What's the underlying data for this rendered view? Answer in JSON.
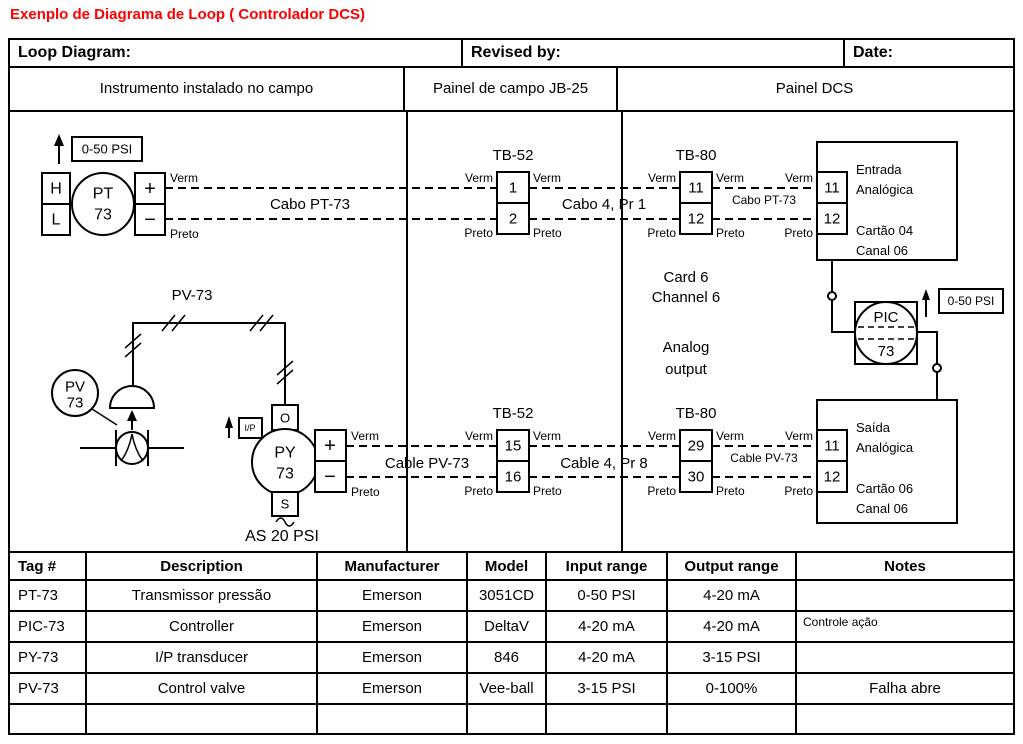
{
  "title": "Exenplo de Diagrama de Loop  ( Controlador DCS)",
  "colors": {
    "title_red": "#ff0000",
    "line_black": "#000000"
  },
  "header": {
    "loop_diagram": "Loop Diagram:",
    "revised_by": "Revised by:",
    "date": "Date:"
  },
  "panels": {
    "field": "Instrumento instalado no campo",
    "junction": "Painel de campo JB-25",
    "dcs": "Painel DCS"
  },
  "diagram": {
    "wire": {
      "verm": "Verm",
      "preto": "Preto"
    },
    "pt": {
      "range": "0-50 PSI",
      "h": "H",
      "l": "L",
      "tag": "PT",
      "num": "73",
      "plus": "+",
      "minus": "−"
    },
    "upper": {
      "cable1": "Cabo PT-73",
      "tb52": {
        "title": "TB-52",
        "t1": "1",
        "t2": "2"
      },
      "cable2": "Cabo 4, Pr 1",
      "tb80": {
        "title": "TB-80",
        "t1": "11",
        "t2": "12"
      },
      "cable3": "Cabo PT-73",
      "card": {
        "t1": "11",
        "t2": "12",
        "line1": "Entrada",
        "line2": "Analógica",
        "line3": "Cartão 04",
        "line4": "Canal 06"
      }
    },
    "middle": {
      "card6": "Card 6",
      "channel6": "Channel 6",
      "analog": "Analog",
      "output": "output"
    },
    "pic": {
      "tag": "PIC",
      "num": "73",
      "range": "0-50 PSI"
    },
    "lower": {
      "pv_label": "PV-73",
      "pv": {
        "tag": "PV",
        "num": "73"
      },
      "py": {
        "tag": "PY",
        "num": "73",
        "o": "O",
        "s": "S",
        "ip": "I/P",
        "plus": "+",
        "minus": "−",
        "as_label": "AS 20 PSI"
      },
      "cable1": "Cable PV-73",
      "tb52": {
        "title": "TB-52",
        "t1": "15",
        "t2": "16"
      },
      "cable2": "Cable 4, Pr 8",
      "tb80": {
        "title": "TB-80",
        "t1": "29",
        "t2": "30"
      },
      "cable3": "Cable PV-73",
      "card": {
        "t1": "11",
        "t2": "12",
        "line1": "Saída",
        "line2": "Analógica",
        "line3": "Cartão 06",
        "line4": "Canal 06"
      }
    }
  },
  "table": {
    "headers": [
      "Tag #",
      "Description",
      "Manufacturer",
      "Model",
      "Input range",
      "Output range",
      "Notes"
    ],
    "rows": [
      [
        "PT-73",
        "Transmissor pressão",
        "Emerson",
        "3051CD",
        "0-50 PSI",
        "4-20 mA",
        ""
      ],
      [
        "PIC-73",
        "Controller",
        "Emerson",
        "DeltaV",
        "4-20 mA",
        "4-20 mA",
        "Controle ação"
      ],
      [
        "PY-73",
        "I/P transducer",
        "Emerson",
        "846",
        "4-20 mA",
        "3-15 PSI",
        ""
      ],
      [
        "PV-73",
        "Control valve",
        "Emerson",
        "Vee-ball",
        "3-15 PSI",
        "0-100%",
        "Falha abre"
      ],
      [
        "",
        "",
        "",
        "",
        "",
        "",
        ""
      ]
    ]
  }
}
